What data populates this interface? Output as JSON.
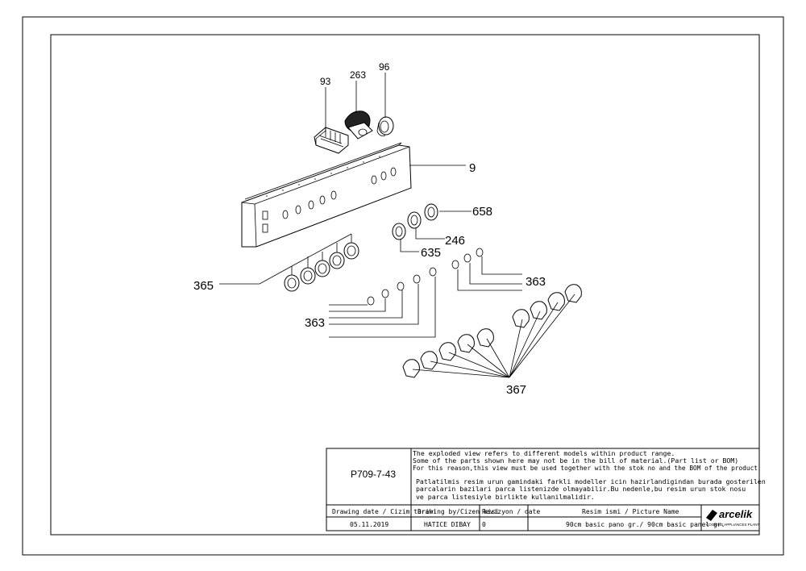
{
  "callouts": {
    "c93": "93",
    "c263": "263",
    "c96": "96",
    "c9": "9",
    "c658": "658",
    "c246": "246",
    "c635": "635",
    "c363a": "363",
    "c363b": "363",
    "c365": "365",
    "c367": "367"
  },
  "title_block": {
    "drawing_code": "P709-7-43",
    "note_en_1": "The exploded view refers to different models within product range.",
    "note_en_2": "Some of the parts shown here may not be in the bill of material.(Part list or BOM)",
    "note_en_3": "For this reason,this view must be used together with the stok no and the BOM of the product",
    "note_tr_1": "Patlatilmis resim urun gamindaki farkli modeller icin hazirlandigindan burada gosterilen",
    "note_tr_2": "parcalarin bazilari parca listenizde olmayabilir.Bu nedenle,bu resim urun stok nosu",
    "note_tr_3": "ve parca listesiyle birlikte kullanilmalidir.",
    "label_date": "Drawing date / Cizim tarihi",
    "label_by": "Drawing by/Cizen kisi",
    "label_rev": "Revizyon / date",
    "label_pic": "Resim ismi / Picture Name",
    "date": "05.11.2019",
    "by": "HATICE DIBAY",
    "rev": "0",
    "picture_name": "90cm basic pano gr./ 90cm basic panel gr.",
    "brand": "arcelik",
    "brand_sub": "COOKING APPLIANCES PLANT"
  }
}
